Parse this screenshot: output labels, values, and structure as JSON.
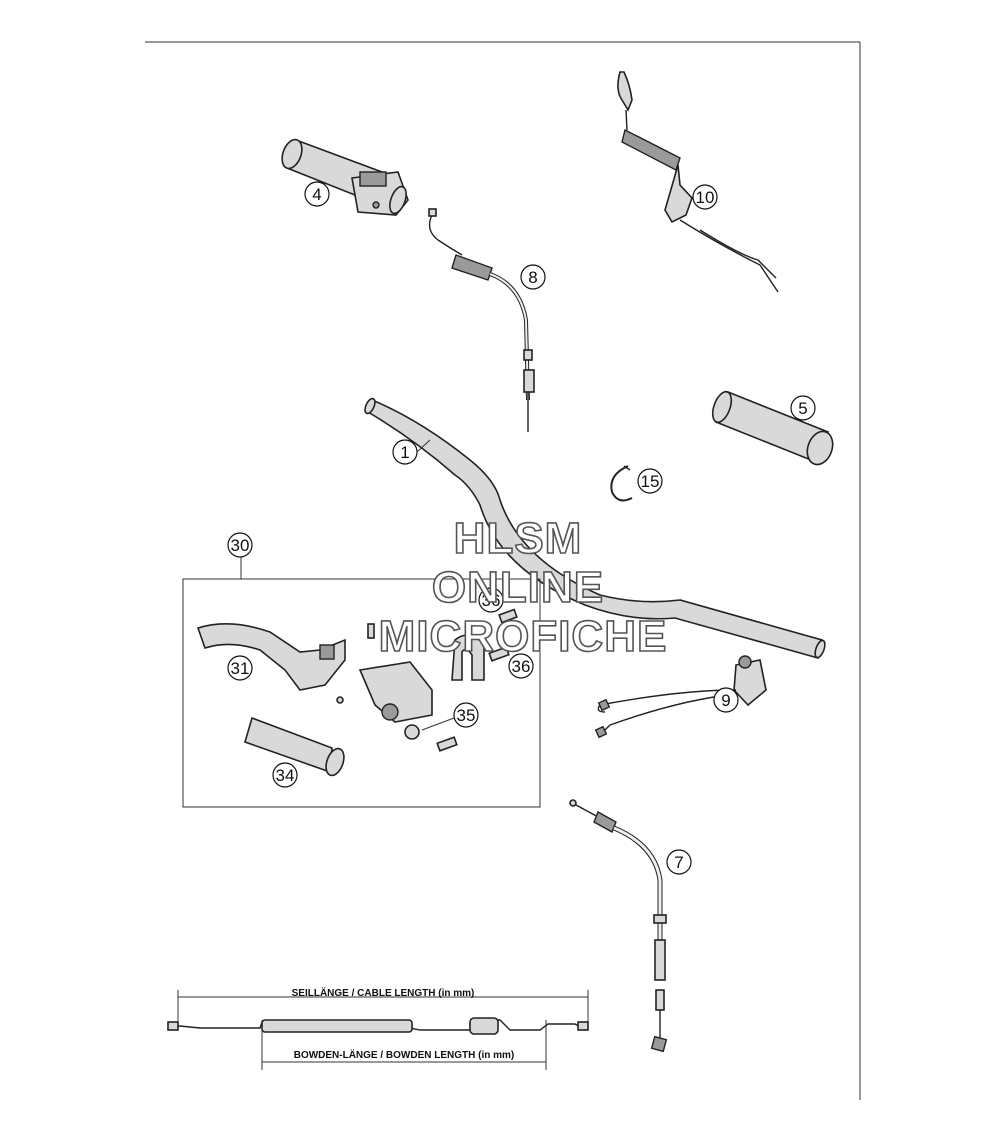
{
  "diagram": {
    "callouts": [
      {
        "id": "c1",
        "label": "1"
      },
      {
        "id": "c4",
        "label": "4"
      },
      {
        "id": "c5",
        "label": "5"
      },
      {
        "id": "c7",
        "label": "7"
      },
      {
        "id": "c8",
        "label": "8"
      },
      {
        "id": "c9",
        "label": "9"
      },
      {
        "id": "c10",
        "label": "10"
      },
      {
        "id": "c15",
        "label": "15"
      },
      {
        "id": "c30",
        "label": "30"
      },
      {
        "id": "c31",
        "label": "31"
      },
      {
        "id": "c34",
        "label": "34"
      },
      {
        "id": "c35",
        "label": "35"
      },
      {
        "id": "c36a",
        "label": "36"
      },
      {
        "id": "c36b",
        "label": "36"
      }
    ],
    "cable_diagram": {
      "cable_length_label": "SEILLÄNGE / CABLE LENGTH  (in mm)",
      "bowden_length_label": "BOWDEN-LÄNGE / BOWDEN LENGTH  (in mm)"
    },
    "watermark": {
      "line1": "HLSM",
      "line2": "ONLINE",
      "line3": "MICROFICHE"
    }
  }
}
